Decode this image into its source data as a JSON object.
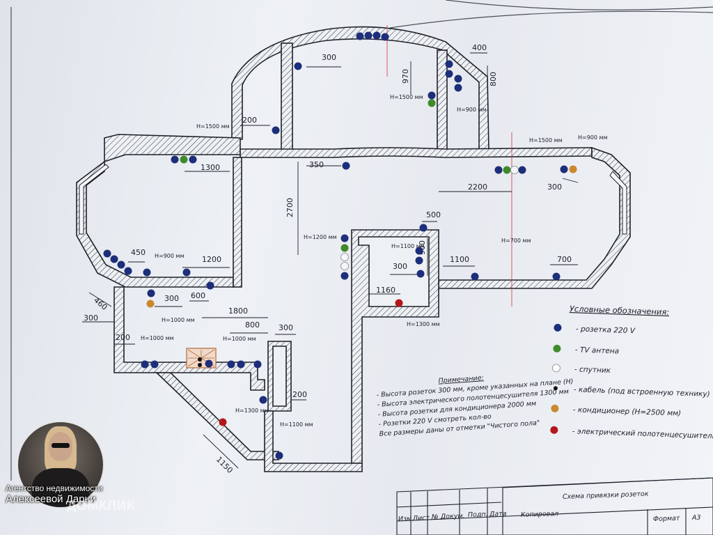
{
  "dimensions": {
    "d300_top": "300",
    "d400": "400",
    "d970": "970",
    "d800": "800",
    "d200_top": "200",
    "d350": "350",
    "d1300_left": "1300",
    "d2700": "2700",
    "d2200": "2200",
    "d300_right": "300",
    "d500": "500",
    "d900_mid": "900",
    "d300_mid": "300",
    "d1160": "1160",
    "d1100_mid": "1100",
    "d700": "700",
    "d450": "450",
    "d1200": "1200",
    "d460": "460",
    "d300_left": "300",
    "d300_left2": "300",
    "d600": "600",
    "d1800": "1800",
    "d800_kitchen": "800",
    "d300_kitchen": "300",
    "d200_bath": "200",
    "d200_shaft": "200",
    "d1150": "1150"
  },
  "height_labels": {
    "h1500_left": "H=1500 мм",
    "h1500_top": "H=1500 мм",
    "h900_top": "H=900 мм",
    "h1500_right": "H=1500 мм",
    "h900_right": "H=900 мм",
    "h1200_hall": "H=1200 мм",
    "h1100_mid": "H=1100 мм",
    "h700": "H=700 мм",
    "h1300_mid": "H=1300 мм",
    "h900_left": "H=900 мм",
    "h1000_left": "H=1000 мм",
    "h1000_bath": "H=1000 мм",
    "h1000_kitchen": "H=1000 мм",
    "h1300_bath": "H=1300 мм",
    "h1100_bath": "H=1100 мм"
  },
  "notes": {
    "title": "Примечание:",
    "lines": [
      "- Высота розеток 300 мм, кроме указанных на плане (Н)",
      "- Высота электрического полотенцесушителя 1300 мм",
      "- Высота розетки для кондиционера 2000 мм",
      "- Розетки 220 V смотреть кол-во",
      "Все размеры даны от отметки \"Чистого пола\""
    ]
  },
  "legend": {
    "title": "Условные обозначения:",
    "items": [
      {
        "label": "- розетка 220 V",
        "color": "#1d2e7a",
        "icon": "socket-220v-icon"
      },
      {
        "label": "- TV антена",
        "color": "#3f8a2a",
        "icon": "tv-antenna-icon"
      },
      {
        "label": "- спутник",
        "color": "#ffffff",
        "icon": "satellite-icon"
      },
      {
        "label": "- кабель (под встроенную технику)",
        "color": "#111111",
        "icon": "cable-icon"
      },
      {
        "label": "- кондиционер (Н=2500 мм)",
        "color": "#c98a2e",
        "icon": "air-conditioner-icon"
      },
      {
        "label": "- электрический полотенцесушитель",
        "color": "#b3161b",
        "icon": "towel-dryer-icon"
      }
    ]
  },
  "title_block": {
    "title": "Схема привязки розеток",
    "col_izm": "Изм.",
    "col_list": "Лист",
    "col_doc": "№ Докум.",
    "col_sign": "Подп.",
    "col_date": "Дата",
    "copied": "Копировал",
    "format_label": "Формат",
    "format_value": "А3"
  },
  "agency": {
    "line1": "Агентство недвижимости",
    "line2": "Алексеевой Дарьи"
  },
  "watermark": "ДОМКЛИК",
  "colors": {
    "socket": "#1d2e7a",
    "tv": "#3f8a2a",
    "ac": "#c98a2e",
    "towel": "#b3161b",
    "cable": "#111111",
    "ink": "#1c1e2a",
    "red_axis": "#d0363a"
  }
}
